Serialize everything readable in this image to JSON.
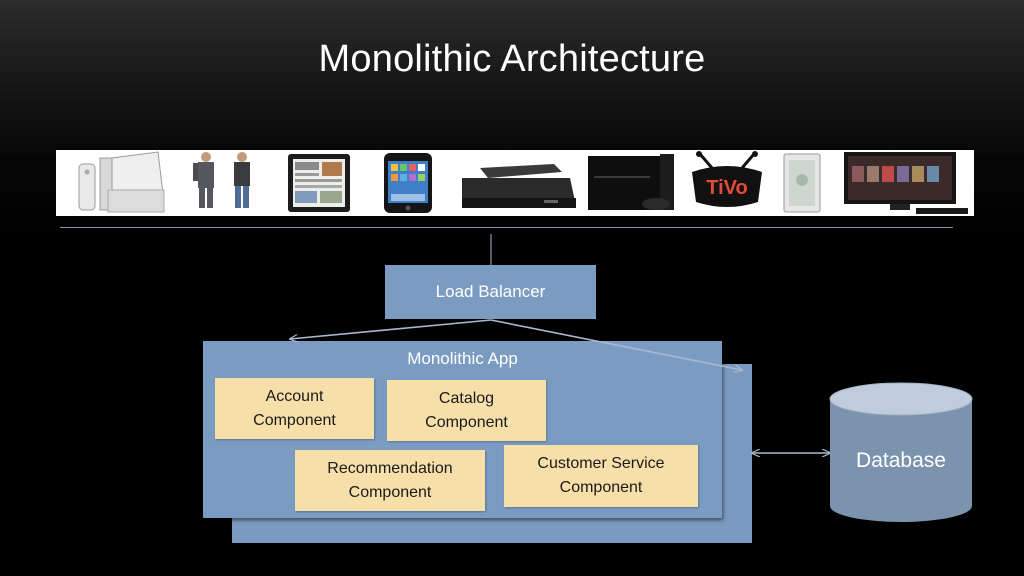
{
  "slide": {
    "title": "Monolithic Architecture"
  },
  "devices": [
    {
      "icon": "wii-console-icon"
    },
    {
      "icon": "people-icon"
    },
    {
      "icon": "tablet-icon"
    },
    {
      "icon": "smartphone-icon"
    },
    {
      "icon": "set-top-box-icon"
    },
    {
      "icon": "game-console-icon"
    },
    {
      "icon": "tivo-logo-icon",
      "logo_text": "TiVo"
    },
    {
      "icon": "xbox-console-icon"
    },
    {
      "icon": "smart-tv-icon"
    }
  ],
  "diagram": {
    "load_balancer": {
      "label": "Load Balancer"
    },
    "monolithic_app": {
      "label": "Monolithic App"
    },
    "components": {
      "account": {
        "line1": "Account",
        "line2": "Component"
      },
      "catalog": {
        "line1": "Catalog",
        "line2": "Component"
      },
      "recommendation": {
        "line1": "Recommendation",
        "line2": "Component"
      },
      "customer_service": {
        "line1": "Customer Service",
        "line2": "Component"
      }
    },
    "database": {
      "label": "Database"
    }
  },
  "colors": {
    "box_blue": "#7b9cc0",
    "component_fill": "#f7dfaa",
    "database_fill": "#7b93ad",
    "database_top": "#c0ccdb",
    "connector": "#a9bad0"
  }
}
